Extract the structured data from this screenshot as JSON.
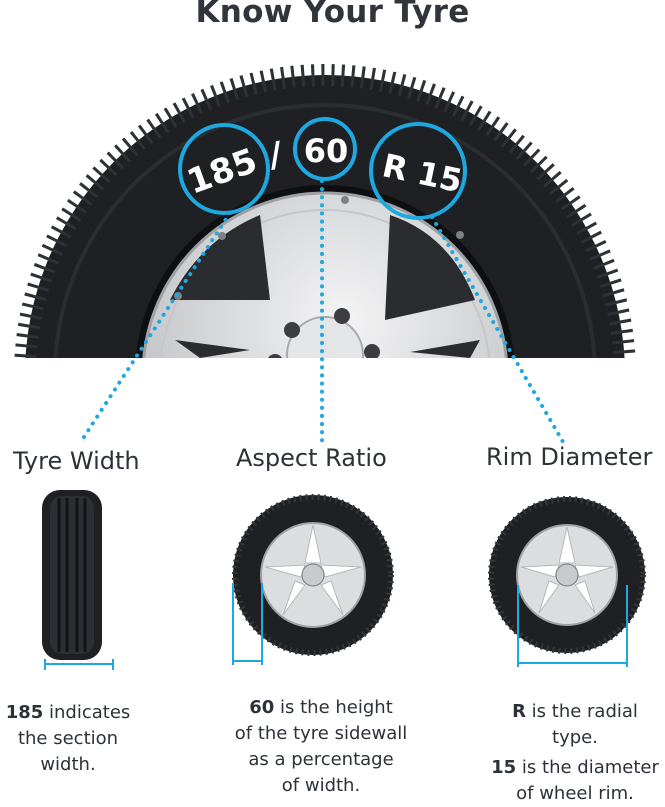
{
  "page": {
    "title": "Know Your Tyre"
  },
  "sidewall_code": {
    "width": "185",
    "separator": "/",
    "aspect": "60",
    "rim": "R 15"
  },
  "sections": [
    {
      "heading": "Tyre Width",
      "lines": [
        {
          "bold": "185",
          "text": " indicates"
        },
        {
          "bold": "",
          "text": "the section"
        },
        {
          "bold": "",
          "text": "width."
        }
      ]
    },
    {
      "heading": "Aspect Ratio",
      "lines": [
        {
          "bold": "60",
          "text": " is the height"
        },
        {
          "bold": "",
          "text": "of the tyre sidewall"
        },
        {
          "bold": "",
          "text": "as a percentage"
        },
        {
          "bold": "",
          "text": "of width."
        }
      ]
    },
    {
      "heading": "Rim Diameter",
      "lines": [
        {
          "bold": "R",
          "text": " is the radial"
        },
        {
          "bold": "",
          "text": "type."
        },
        {
          "bold": "15",
          "text": " is the diameter"
        },
        {
          "bold": "",
          "text": "of wheel rim."
        }
      ]
    }
  ],
  "colors": {
    "accent": "#1fa8e0",
    "tyre": "#1e2024",
    "rim": "#d9dadc",
    "text": "#2d3238"
  }
}
